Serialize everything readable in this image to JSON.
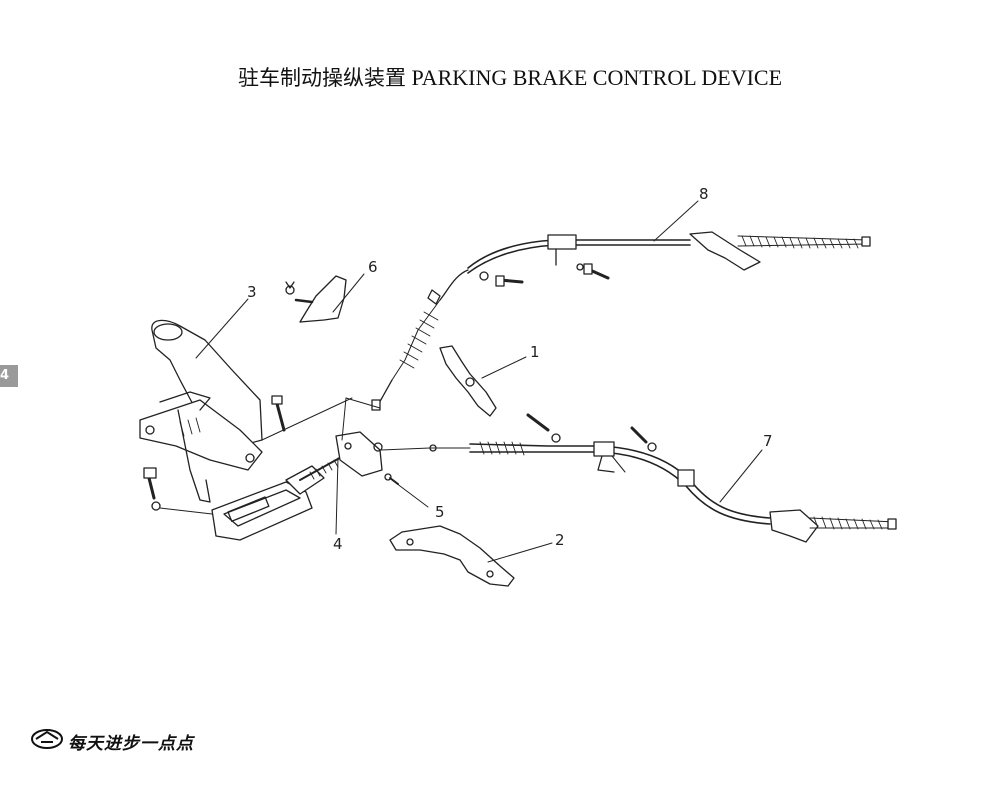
{
  "title": {
    "cn": "驻车制动操纵装置",
    "en": "PARKING BRAKE CONTROL DEVICE"
  },
  "page_tab": "4",
  "callouts": [
    "1",
    "2",
    "3",
    "4",
    "5",
    "6",
    "7",
    "8"
  ],
  "footer": {
    "logo_icon": "brand-logo-icon",
    "slogan": "每天进步一点点"
  }
}
